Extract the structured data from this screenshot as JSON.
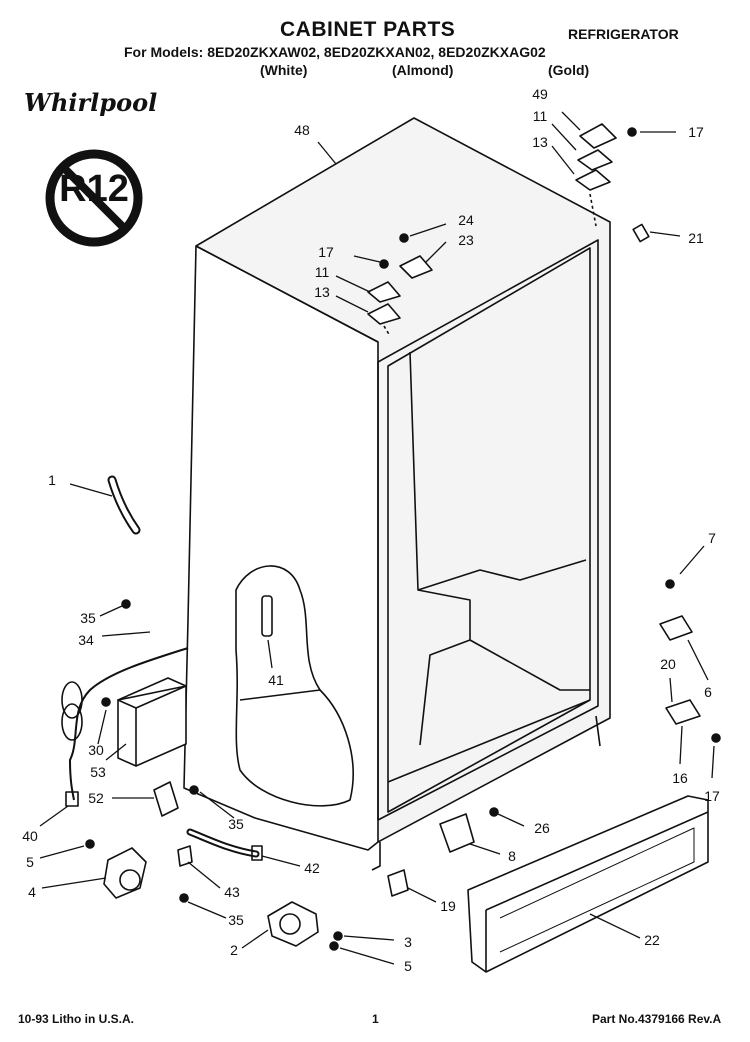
{
  "header": {
    "title": "CABINET PARTS",
    "appliance": "REFRIGERATOR",
    "models": "For Models: 8ED20ZKXAW02,  8ED20ZKXAN02,  8ED20ZKXAG02",
    "colors": [
      "(White)",
      "(Almond)",
      "(Gold)"
    ]
  },
  "brand": {
    "logo_text": "Whirlpool",
    "badge_text": "R12",
    "badge_icon": "no-r12-icon"
  },
  "callouts": [
    "48",
    "49",
    "11",
    "13",
    "17",
    "24",
    "23",
    "17",
    "11",
    "13",
    "21",
    "1",
    "7",
    "35",
    "34",
    "41",
    "6",
    "20",
    "30",
    "53",
    "16",
    "17",
    "52",
    "40",
    "35",
    "26",
    "5",
    "8",
    "42",
    "4",
    "43",
    "19",
    "35",
    "22",
    "2",
    "3",
    "5"
  ],
  "footer": {
    "left": "10-93 Litho in U.S.A.",
    "center": "1",
    "right": "Part No.4379166 Rev.A"
  }
}
